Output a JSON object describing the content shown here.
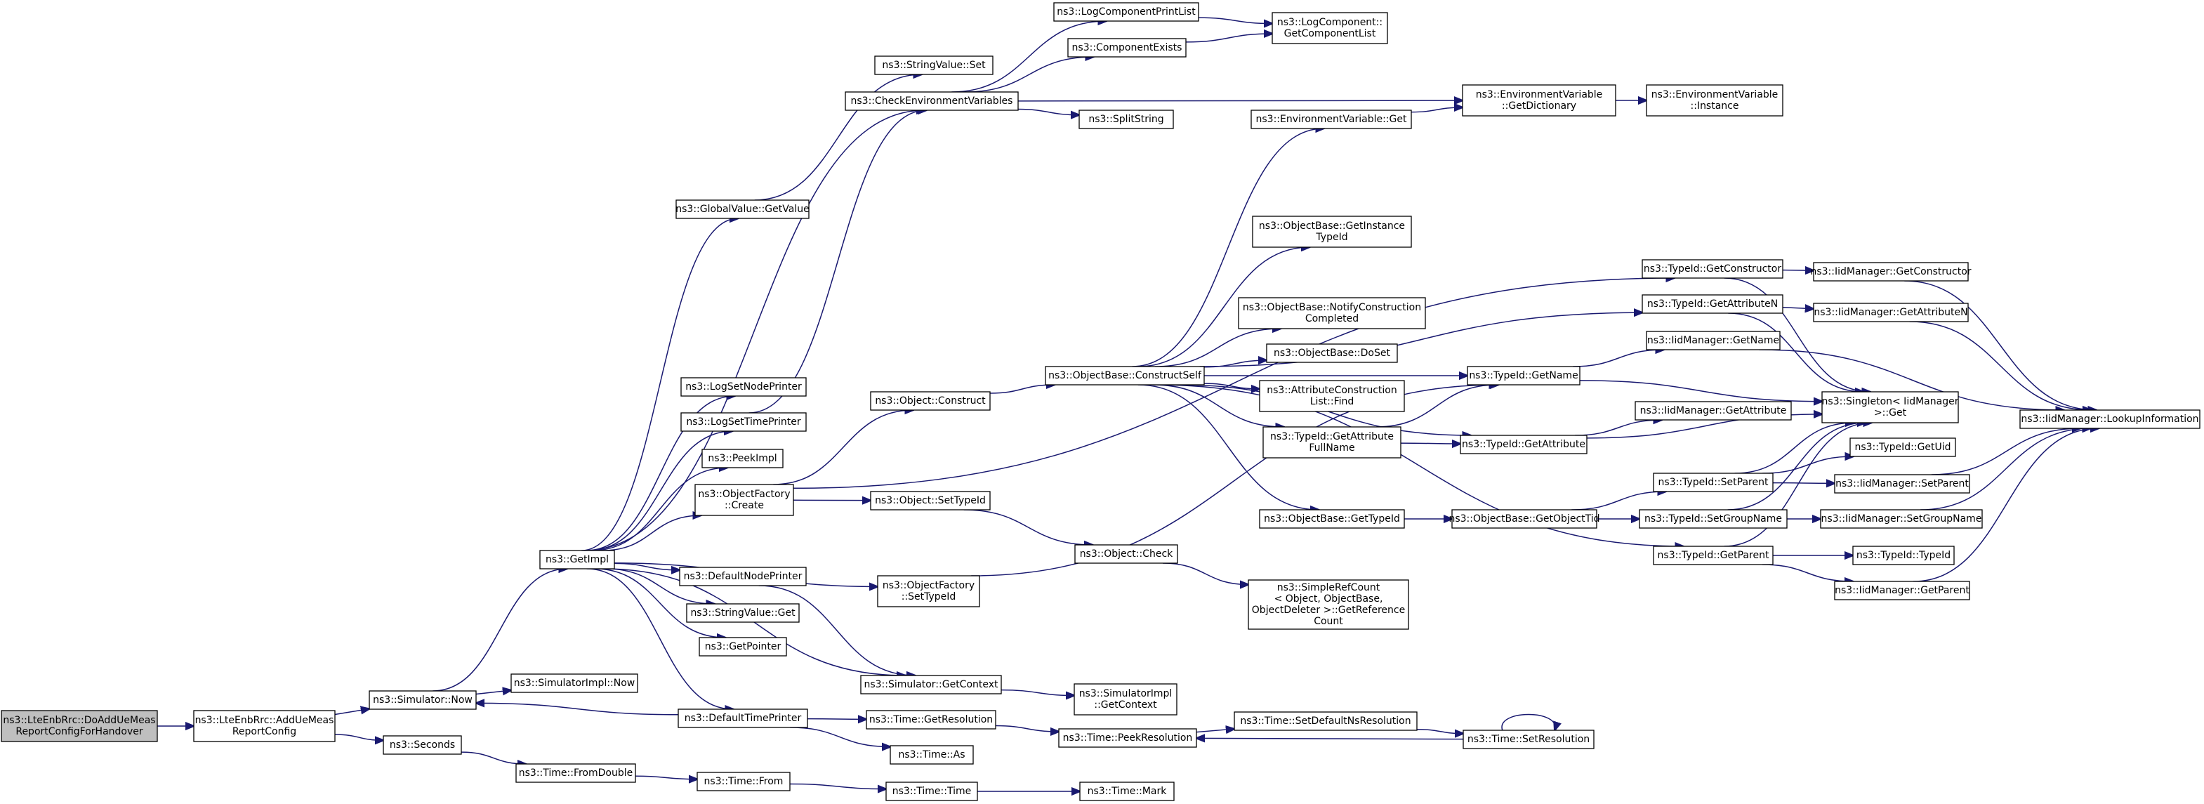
{
  "nodes": [
    {
      "id": "root",
      "lines": [
        "ns3::LteEnbRrc::DoAddUeMeas",
        "ReportConfigForHandover"
      ],
      "root": true
    },
    {
      "id": "addUeMeas",
      "lines": [
        "ns3::LteEnbRrc::AddUeMeas",
        "ReportConfig"
      ]
    },
    {
      "id": "simNow",
      "lines": [
        "ns3::Simulator::Now"
      ]
    },
    {
      "id": "seconds",
      "lines": [
        "ns3::Seconds"
      ]
    },
    {
      "id": "getImpl",
      "lines": [
        "ns3::GetImpl"
      ]
    },
    {
      "id": "simImplNow",
      "lines": [
        "ns3::SimulatorImpl::Now"
      ]
    },
    {
      "id": "globalValueGet",
      "lines": [
        "ns3::GlobalValue::GetValue"
      ]
    },
    {
      "id": "logSetNode",
      "lines": [
        "ns3::LogSetNodePrinter"
      ]
    },
    {
      "id": "logSetTime",
      "lines": [
        "ns3::LogSetTimePrinter"
      ]
    },
    {
      "id": "peekImpl",
      "lines": [
        "ns3::PeekImpl"
      ]
    },
    {
      "id": "objFactoryCreate",
      "lines": [
        "ns3::ObjectFactory",
        "::Create"
      ]
    },
    {
      "id": "defNodePrinter",
      "lines": [
        "ns3::DefaultNodePrinter"
      ]
    },
    {
      "id": "strValueGet",
      "lines": [
        "ns3::StringValue::Get"
      ]
    },
    {
      "id": "getPointer",
      "lines": [
        "ns3::GetPointer"
      ]
    },
    {
      "id": "defTimePrinter",
      "lines": [
        "ns3::DefaultTimePrinter"
      ]
    },
    {
      "id": "timeFromDouble",
      "lines": [
        "ns3::Time::FromDouble"
      ]
    },
    {
      "id": "timeFrom",
      "lines": [
        "ns3::Time::From"
      ]
    },
    {
      "id": "strValueSet",
      "lines": [
        "ns3::StringValue::Set"
      ]
    },
    {
      "id": "checkEnv",
      "lines": [
        "ns3::CheckEnvironmentVariables"
      ]
    },
    {
      "id": "objConstruct",
      "lines": [
        "ns3::Object::Construct"
      ]
    },
    {
      "id": "objSetTypeId",
      "lines": [
        "ns3::Object::SetTypeId"
      ]
    },
    {
      "id": "objFactorySetTid",
      "lines": [
        "ns3::ObjectFactory",
        "::SetTypeId"
      ]
    },
    {
      "id": "simGetContext",
      "lines": [
        "ns3::Simulator::GetContext"
      ]
    },
    {
      "id": "timeGetRes",
      "lines": [
        "ns3::Time::GetResolution"
      ]
    },
    {
      "id": "timeAs",
      "lines": [
        "ns3::Time::As"
      ]
    },
    {
      "id": "timeTime",
      "lines": [
        "ns3::Time::Time"
      ]
    },
    {
      "id": "logCompPrint",
      "lines": [
        "ns3::LogComponentPrintList"
      ]
    },
    {
      "id": "compExists",
      "lines": [
        "ns3::ComponentExists"
      ]
    },
    {
      "id": "splitString",
      "lines": [
        "ns3::SplitString"
      ]
    },
    {
      "id": "objBaseConstructSelf",
      "lines": [
        "ns3::ObjectBase::ConstructSelf"
      ]
    },
    {
      "id": "objCheck",
      "lines": [
        "ns3::Object::Check"
      ]
    },
    {
      "id": "simImplGetCtx",
      "lines": [
        "ns3::SimulatorImpl",
        "::GetContext"
      ]
    },
    {
      "id": "timePeekRes",
      "lines": [
        "ns3::Time::PeekResolution"
      ]
    },
    {
      "id": "timeMark",
      "lines": [
        "ns3::Time::Mark"
      ]
    },
    {
      "id": "logCompGetList",
      "lines": [
        "ns3::LogComponent::",
        "GetComponentList"
      ]
    },
    {
      "id": "envVarGet",
      "lines": [
        "ns3::EnvironmentVariable::Get"
      ]
    },
    {
      "id": "objBaseGetInstTid",
      "lines": [
        "ns3::ObjectBase::GetInstance",
        "TypeId"
      ]
    },
    {
      "id": "objBaseNotify",
      "lines": [
        "ns3::ObjectBase::NotifyConstruction",
        "Completed"
      ]
    },
    {
      "id": "objBaseDoSet",
      "lines": [
        "ns3::ObjectBase::DoSet"
      ]
    },
    {
      "id": "attrConstrFind",
      "lines": [
        "ns3::AttributeConstruction",
        "List::Find"
      ]
    },
    {
      "id": "tidGetAttrFull",
      "lines": [
        "ns3::TypeId::GetAttribute",
        "FullName"
      ]
    },
    {
      "id": "objBaseGetTid",
      "lines": [
        "ns3::ObjectBase::GetTypeId"
      ]
    },
    {
      "id": "simpleRefCount",
      "lines": [
        "ns3::SimpleRefCount",
        "< Object, ObjectBase,",
        "ObjectDeleter >::GetReference",
        "Count"
      ]
    },
    {
      "id": "timeSetDefNs",
      "lines": [
        "ns3::Time::SetDefaultNsResolution"
      ]
    },
    {
      "id": "envVarGetDict",
      "lines": [
        "ns3::EnvironmentVariable",
        "::GetDictionary"
      ]
    },
    {
      "id": "tidGetName",
      "lines": [
        "ns3::TypeId::GetName"
      ]
    },
    {
      "id": "tidGetAttribute",
      "lines": [
        "ns3::TypeId::GetAttribute"
      ]
    },
    {
      "id": "objBaseGetObjTid",
      "lines": [
        "ns3::ObjectBase::GetObjectTid"
      ]
    },
    {
      "id": "timeSetRes",
      "lines": [
        "ns3::Time::SetResolution"
      ]
    },
    {
      "id": "envVarInstance",
      "lines": [
        "ns3::EnvironmentVariable",
        "::Instance"
      ]
    },
    {
      "id": "tidGetConstructor",
      "lines": [
        "ns3::TypeId::GetConstructor"
      ]
    },
    {
      "id": "tidGetAttributeN",
      "lines": [
        "ns3::TypeId::GetAttributeN"
      ]
    },
    {
      "id": "iidGetName",
      "lines": [
        "ns3::IidManager::GetName"
      ]
    },
    {
      "id": "iidGetAttribute",
      "lines": [
        "ns3::IidManager::GetAttribute"
      ]
    },
    {
      "id": "tidSetParent",
      "lines": [
        "ns3::TypeId::SetParent"
      ]
    },
    {
      "id": "tidSetGroupName",
      "lines": [
        "ns3::TypeId::SetGroupName"
      ]
    },
    {
      "id": "tidGetParent",
      "lines": [
        "ns3::TypeId::GetParent"
      ]
    },
    {
      "id": "iidGetConstructor",
      "lines": [
        "ns3::IidManager::GetConstructor"
      ]
    },
    {
      "id": "iidGetAttributeN",
      "lines": [
        "ns3::IidManager::GetAttributeN"
      ]
    },
    {
      "id": "singletonGet",
      "lines": [
        "ns3::Singleton< IidManager",
        " >::Get"
      ]
    },
    {
      "id": "tidGetUid",
      "lines": [
        "ns3::TypeId::GetUid"
      ]
    },
    {
      "id": "iidSetParent",
      "lines": [
        "ns3::IidManager::SetParent"
      ]
    },
    {
      "id": "iidSetGroupName",
      "lines": [
        "ns3::IidManager::SetGroupName"
      ]
    },
    {
      "id": "tidTypeId",
      "lines": [
        "ns3::TypeId::TypeId"
      ]
    },
    {
      "id": "iidGetParent",
      "lines": [
        "ns3::IidManager::GetParent"
      ]
    },
    {
      "id": "iidLookupInfo",
      "lines": [
        "ns3::IidManager::LookupInformation"
      ]
    }
  ],
  "edges": [
    [
      "root",
      "addUeMeas"
    ],
    [
      "addUeMeas",
      "simNow"
    ],
    [
      "addUeMeas",
      "seconds"
    ],
    [
      "simNow",
      "getImpl"
    ],
    [
      "simNow",
      "simImplNow"
    ],
    [
      "seconds",
      "timeFromDouble"
    ],
    [
      "timeFromDouble",
      "timeFrom"
    ],
    [
      "timeFrom",
      "timeTime"
    ],
    [
      "timeTime",
      "timeMark"
    ],
    [
      "getImpl",
      "globalValueGet"
    ],
    [
      "getImpl",
      "logSetNode"
    ],
    [
      "getImpl",
      "logSetTime"
    ],
    [
      "getImpl",
      "peekImpl"
    ],
    [
      "getImpl",
      "objFactoryCreate"
    ],
    [
      "getImpl",
      "defNodePrinter"
    ],
    [
      "getImpl",
      "strValueGet"
    ],
    [
      "getImpl",
      "getPointer"
    ],
    [
      "getImpl",
      "defTimePrinter"
    ],
    [
      "getImpl",
      "objFactorySetTid"
    ],
    [
      "getImpl",
      "simGetContext"
    ],
    [
      "getImpl",
      "checkEnv"
    ],
    [
      "globalValueGet",
      "strValueSet"
    ],
    [
      "logSetTime",
      "checkEnv"
    ],
    [
      "checkEnv",
      "logCompPrint"
    ],
    [
      "checkEnv",
      "compExists"
    ],
    [
      "checkEnv",
      "splitString"
    ],
    [
      "checkEnv",
      "envVarGetDict"
    ],
    [
      "logCompPrint",
      "logCompGetList"
    ],
    [
      "compExists",
      "logCompGetList"
    ],
    [
      "envVarGet",
      "envVarGetDict"
    ],
    [
      "envVarGetDict",
      "envVarInstance"
    ],
    [
      "objFactoryCreate",
      "objConstruct"
    ],
    [
      "objFactoryCreate",
      "objSetTypeId"
    ],
    [
      "objFactoryCreate",
      "tidGetConstructor"
    ],
    [
      "objConstruct",
      "objBaseConstructSelf"
    ],
    [
      "objSetTypeId",
      "objCheck"
    ],
    [
      "objCheck",
      "simpleRefCount"
    ],
    [
      "objFactorySetTid",
      "tidGetName"
    ],
    [
      "defNodePrinter",
      "simGetContext"
    ],
    [
      "defTimePrinter",
      "simNow"
    ],
    [
      "defTimePrinter",
      "timeGetRes"
    ],
    [
      "defTimePrinter",
      "timeAs"
    ],
    [
      "simGetContext",
      "simImplGetCtx"
    ],
    [
      "timeGetRes",
      "timePeekRes"
    ],
    [
      "timePeekRes",
      "timeSetDefNs"
    ],
    [
      "timeSetDefNs",
      "timeSetRes"
    ],
    [
      "timeSetRes",
      "timePeekRes"
    ],
    [
      "timeSetRes",
      "timeSetRes"
    ],
    [
      "objBaseConstructSelf",
      "envVarGet"
    ],
    [
      "objBaseConstructSelf",
      "objBaseGetInstTid"
    ],
    [
      "objBaseConstructSelf",
      "objBaseNotify"
    ],
    [
      "objBaseConstructSelf",
      "objBaseDoSet"
    ],
    [
      "objBaseConstructSelf",
      "attrConstrFind"
    ],
    [
      "objBaseConstructSelf",
      "tidGetAttrFull"
    ],
    [
      "objBaseConstructSelf",
      "objBaseGetTid"
    ],
    [
      "objBaseConstructSelf",
      "tidGetName"
    ],
    [
      "objBaseConstructSelf",
      "tidGetAttribute"
    ],
    [
      "objBaseConstructSelf",
      "tidGetAttributeN"
    ],
    [
      "objBaseConstructSelf",
      "tidGetParent"
    ],
    [
      "tidGetAttrFull",
      "tidGetName"
    ],
    [
      "tidGetAttrFull",
      "tidGetAttribute"
    ],
    [
      "objBaseGetTid",
      "objBaseGetObjTid"
    ],
    [
      "objBaseGetObjTid",
      "tidSetParent"
    ],
    [
      "objBaseGetObjTid",
      "tidSetGroupName"
    ],
    [
      "tidGetName",
      "iidGetName"
    ],
    [
      "tidGetName",
      "singletonGet"
    ],
    [
      "tidGetAttribute",
      "iidGetAttribute"
    ],
    [
      "tidGetAttribute",
      "singletonGet"
    ],
    [
      "tidGetConstructor",
      "iidGetConstructor"
    ],
    [
      "tidGetConstructor",
      "singletonGet"
    ],
    [
      "tidGetAttributeN",
      "iidGetAttributeN"
    ],
    [
      "tidGetAttributeN",
      "singletonGet"
    ],
    [
      "tidSetParent",
      "tidGetUid"
    ],
    [
      "tidSetParent",
      "iidSetParent"
    ],
    [
      "tidSetParent",
      "singletonGet"
    ],
    [
      "tidSetGroupName",
      "iidSetGroupName"
    ],
    [
      "tidSetGroupName",
      "singletonGet"
    ],
    [
      "tidGetParent",
      "tidTypeId"
    ],
    [
      "tidGetParent",
      "iidGetParent"
    ],
    [
      "tidGetParent",
      "singletonGet"
    ],
    [
      "iidGetName",
      "iidLookupInfo"
    ],
    [
      "iidGetConstructor",
      "iidLookupInfo"
    ],
    [
      "iidGetAttributeN",
      "iidLookupInfo"
    ],
    [
      "iidSetParent",
      "iidLookupInfo"
    ],
    [
      "iidSetGroupName",
      "iidLookupInfo"
    ],
    [
      "iidGetParent",
      "iidLookupInfo"
    ]
  ]
}
